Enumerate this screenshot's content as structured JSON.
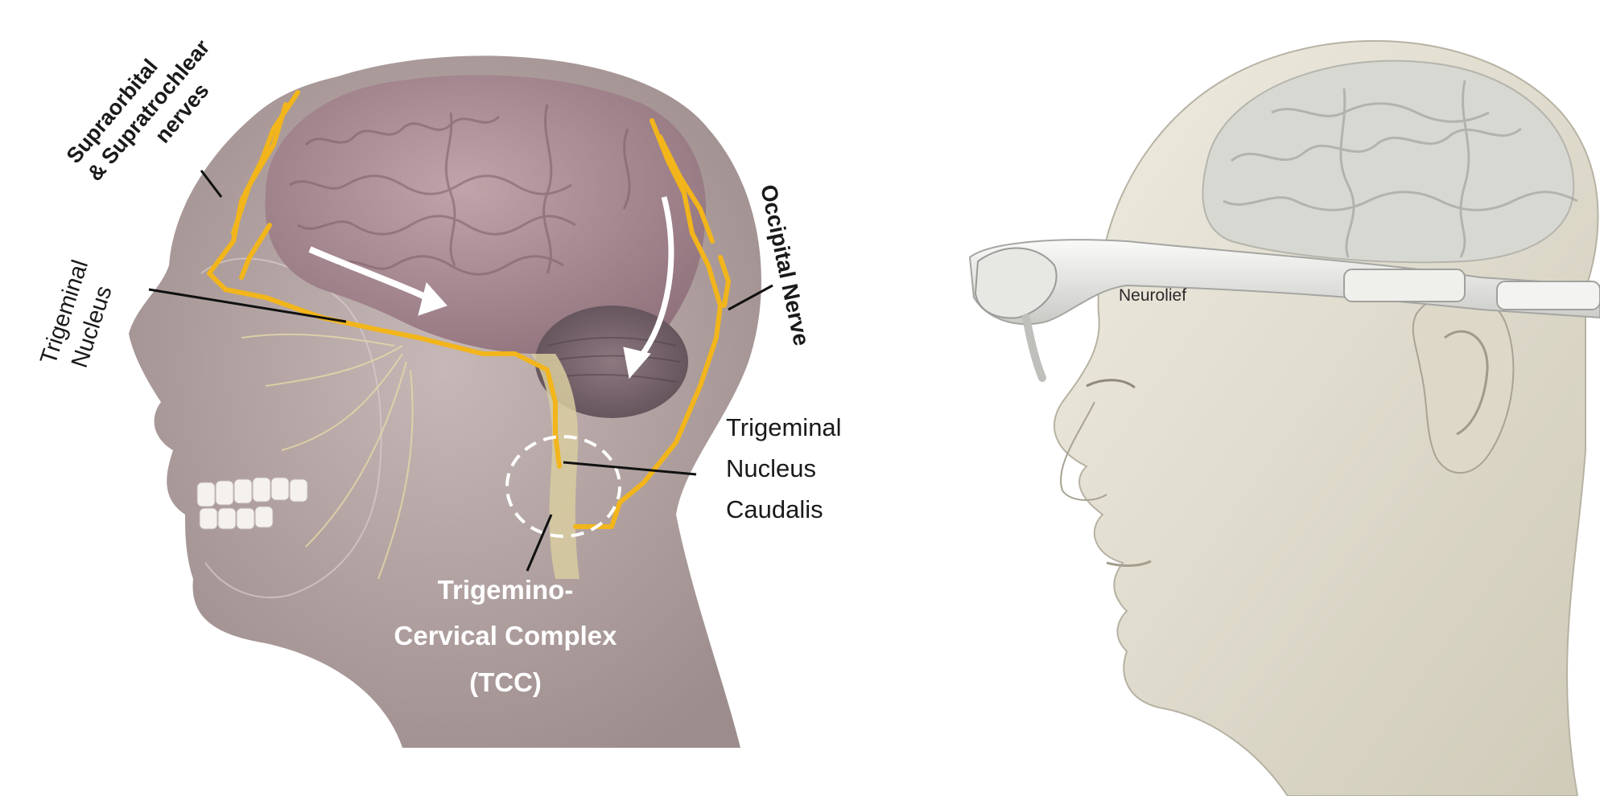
{
  "left_diagram": {
    "labels": {
      "supraorbital_line1": "Supraorbital",
      "supraorbital_line2": "& Supratrochlear",
      "supraorbital_line3": "nerves",
      "trigeminal_nucleus_line1": "Trigeminal",
      "trigeminal_nucleus_line2": "Nucleus",
      "occipital_nerve": "Occipital Nerve",
      "tnc_line1": "Trigeminal",
      "tnc_line2": "Nucleus",
      "tnc_line3": "Caudalis",
      "tcc_line1": "Trigemino-",
      "tcc_line2": "Cervical Complex",
      "tcc_line3": "(TCC)"
    },
    "colors": {
      "nerve": "#f2b51b",
      "brain": "#a88890",
      "head": "#b9a9a8",
      "arrow": "#ffffff"
    }
  },
  "right_diagram": {
    "device_brand": "Neurolief",
    "colors": {
      "head": "#e8e4d6",
      "device": "#f1f1ef"
    }
  }
}
